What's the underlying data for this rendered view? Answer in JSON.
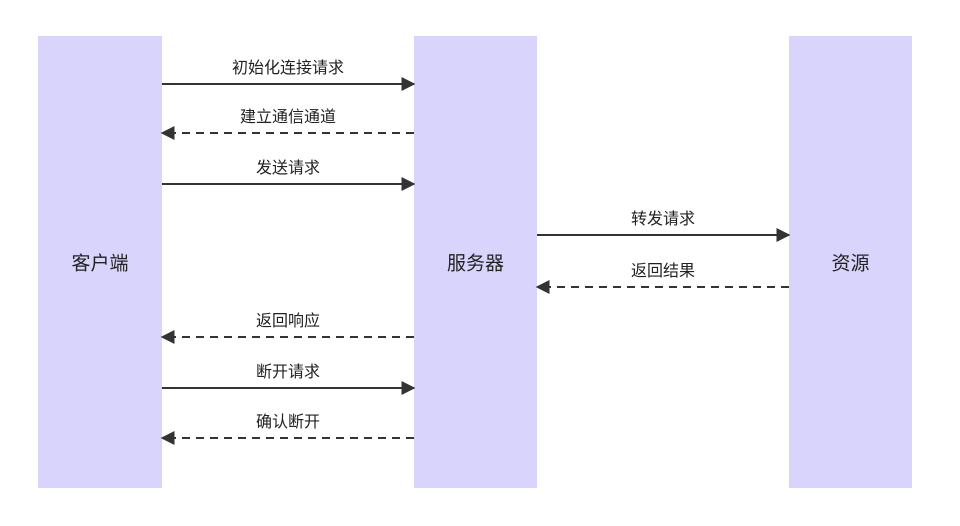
{
  "participants": {
    "client": "客户端",
    "server": "服务器",
    "resource": "资源"
  },
  "messages": [
    {
      "label": "初始化连接请求",
      "from": "client",
      "to": "server",
      "style": "solid"
    },
    {
      "label": "建立通信通道",
      "from": "server",
      "to": "client",
      "style": "dashed"
    },
    {
      "label": "发送请求",
      "from": "client",
      "to": "server",
      "style": "solid"
    },
    {
      "label": "转发请求",
      "from": "server",
      "to": "resource",
      "style": "solid"
    },
    {
      "label": "返回结果",
      "from": "resource",
      "to": "server",
      "style": "dashed"
    },
    {
      "label": "返回响应",
      "from": "server",
      "to": "client",
      "style": "dashed"
    },
    {
      "label": "断开请求",
      "from": "client",
      "to": "server",
      "style": "solid"
    },
    {
      "label": "确认断开",
      "from": "server",
      "to": "client",
      "style": "dashed"
    }
  ],
  "colors": {
    "lane": "#d9d4fb",
    "line": "#333333"
  }
}
